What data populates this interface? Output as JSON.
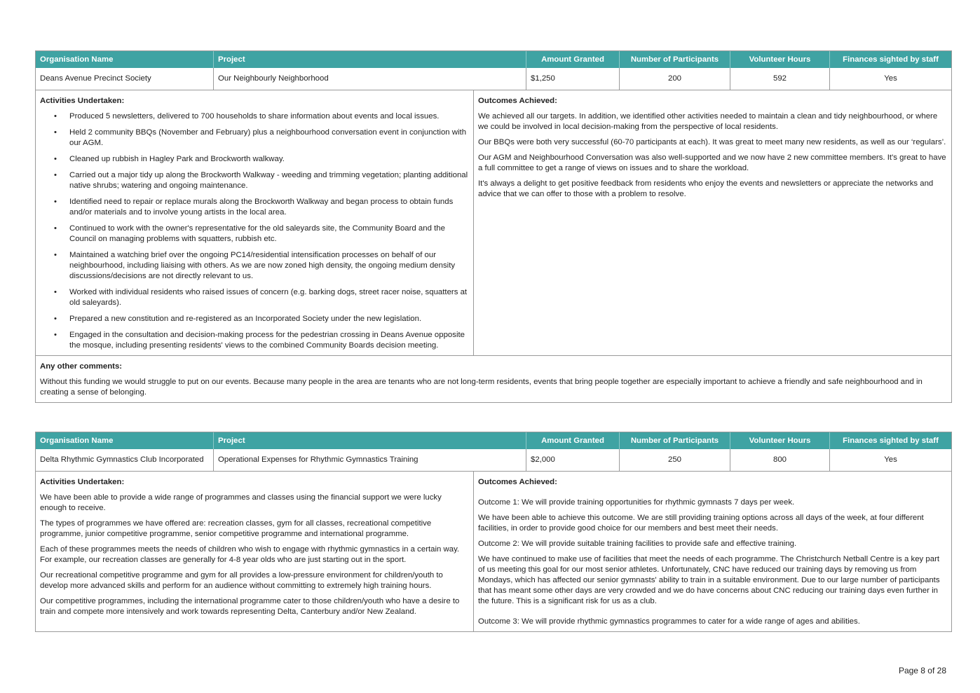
{
  "headers": [
    "Organisation Name",
    "Project",
    "Amount Granted",
    "Number of Participants",
    "Volunteer Hours",
    "Finances sighted by staff"
  ],
  "labels": {
    "activities": "Activities Undertaken:",
    "outcomes": "Outcomes Achieved:",
    "comments": "Any other comments:"
  },
  "records": [
    {
      "org": "Deans Avenue Precinct Society",
      "project": "Our Neighbourly Neighborhood",
      "amount": "$1,250",
      "participants": "200",
      "hours": "592",
      "finances": "Yes",
      "activities": [
        "Produced 5 newsletters, delivered to 700 households to share information about events and local issues.",
        "Held 2 community BBQs (November and February) plus a neighbourhood conversation event in conjunction with our AGM.",
        "Cleaned up rubbish in Hagley Park and Brockworth walkway.",
        "Carried out a major tidy up along the Brockworth Walkway - weeding and trimming vegetation; planting additional native shrubs; watering and ongoing maintenance.",
        "Identified need to repair or replace murals along the Brockworth Walkway and began process to obtain funds and/or materials and to involve young artists in the local area.",
        "Continued to work with the owner's representative for the old saleyards site, the Community Board and the Council on managing problems with squatters, rubbish etc.",
        "Maintained a watching brief over the ongoing PC14/residential intensification processes on behalf of our neighbourhood, including liaising with others. As we are now zoned high density, the ongoing medium density discussions/decisions are not directly relevant to us.",
        "Worked with individual residents who raised issues of concern (e.g. barking dogs, street racer noise, squatters at old saleyards).",
        "Prepared a new constitution and re-registered as an Incorporated Society under the new legislation.",
        "Engaged in the consultation and decision-making process for the pedestrian crossing in Deans Avenue opposite the mosque, including presenting residents' views to the combined Community Boards decision meeting."
      ],
      "outcomes": [
        "We achieved all our targets. In addition, we identified other activities needed to maintain a clean and tidy neighbourhood, or where we could be involved in local decision-making from the perspective of local residents.",
        "Our BBQs were both very successful (60-70 participants at each). It was great to meet many new residents, as well as our ‘regulars’.",
        "Our AGM and Neighbourhood Conversation was also well-supported and we now have 2 new committee members. It's great to have a full committee to get a range of views on issues and to share the workload.",
        "It's always a delight to get positive feedback from residents who enjoy the events and newsletters or appreciate the networks and advice that we can offer to those with a problem to resolve."
      ],
      "comments": "Without this funding we would struggle to put on our events. Because many people in the area are tenants who are not long-term residents, events that bring people together are especially important to achieve a friendly and safe neighbourhood and in creating a sense of belonging."
    },
    {
      "org": "Delta Rhythmic Gymnastics Club Incorporated",
      "project": "Operational Expenses for Rhythmic Gymnastics Training",
      "amount": "$2,000",
      "participants": "250",
      "hours": "800",
      "finances": "Yes",
      "activities": [
        "We have been able to provide a wide range of programmes and classes using the financial support we were lucky enough to receive.",
        "The types of programmes we have offered are: recreation classes, gym for all classes, recreational competitive programme, junior competitive programme, senior competitive programme and international programme.",
        "Each of these programmes meets the needs of children who wish to engage with rhythmic gymnastics in a certain way. For example, our recreation classes are generally for 4-8 year olds who are just starting out in the sport.",
        "Our recreational competitive programme and gym for all provides a low-pressure environment for children/youth to develop more advanced skills and perform for an audience without committing to extremely high training hours.",
        "Our competitive programmes, including the international programme cater to those children/youth who have a desire to train and compete more intensively and work towards representing Delta, Canterbury and/or New Zealand."
      ],
      "outcomes": [
        "Outcome 1: We will provide training opportunities for rhythmic gymnasts 7 days per week.",
        "We have been able to achieve this outcome. We are still providing training options across all days of the week, at four different facilities, in order to provide good choice for our members and best meet their needs.",
        "Outcome 2: We will provide suitable training facilities to provide safe and effective training.",
        "We have continued to make use of facilities that meet the needs of each programme. The Christchurch Netball Centre is a key part of us meeting this goal for our most senior athletes. Unfortunately, CNC have reduced our training days by removing us from Mondays, which has affected our senior gymnasts' ability to train in a suitable environment. Due to our large number of participants that has meant some other days are very crowded and we do have concerns about CNC reducing our training days even further in the future. This is a significant risk for us as a club.",
        "Outcome 3: We will provide rhythmic gymnastics programmes to cater for a wide range of ages and abilities."
      ]
    }
  ],
  "footer": {
    "page": "Page 8 of 28"
  }
}
